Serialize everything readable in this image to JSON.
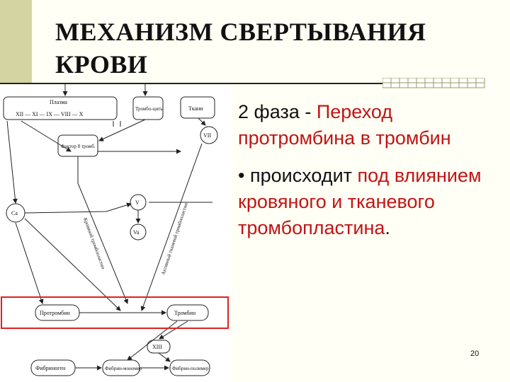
{
  "slide": {
    "title_line1": "МЕХАНИЗМ СВЕРТЫВАНИЯ",
    "title_line2": "КРОВИ",
    "page_number": "20",
    "colors": {
      "accent": "#c01515",
      "band": "#d4d4a2",
      "highlight_box": "#e02020"
    }
  },
  "content": {
    "p1_plain": "2 фаза - ",
    "p1_accent": "Переход протромбина в тромбин",
    "p2_plain": "• происходит ",
    "p2_accent": "под влиянием кровяного и тканевого тромбопластина",
    "p2_end": "."
  },
  "diagram": {
    "plasma": "Плазма",
    "chain": "XII — XI — IX — VIII — X",
    "thrombocytes": "Тромбо-циты",
    "tissues": "Ткани",
    "factor8": "Фактор 8 тромб.",
    "f7": "VII",
    "ca": "Ca",
    "f5": "V",
    "f5a": "Va",
    "prothrombin": "Протромбин",
    "thrombin": "Тромбин",
    "f13": "XIII",
    "fibrinogen": "Фибриноген",
    "fibrin_monomer": "Фибрин-мономер",
    "fibrin_polymer": "Фибрин-полимер",
    "blood_label": "Кровяной тромбопластин",
    "tissue_label": "Активный тканевой тромбопластин"
  }
}
